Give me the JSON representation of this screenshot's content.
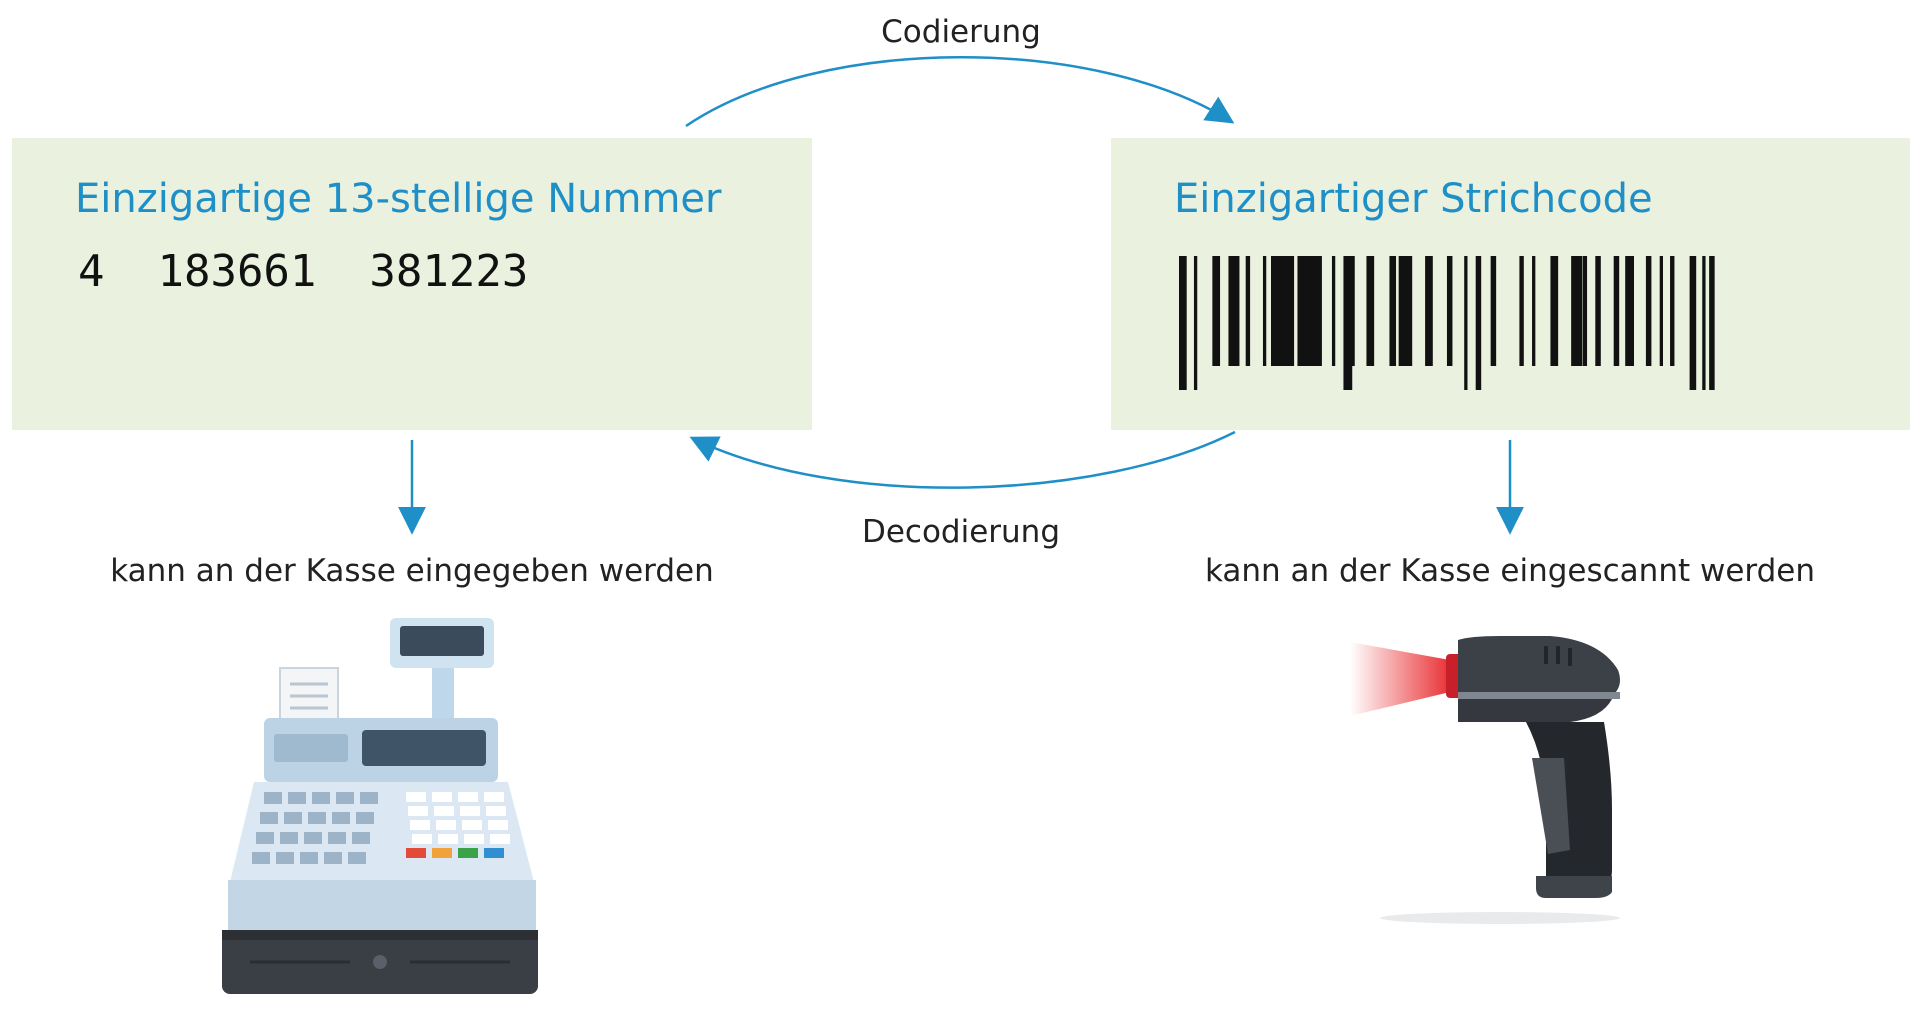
{
  "arrows": {
    "top_label": "Codierung",
    "bottom_label": "Decodierung",
    "color": "#1f8fc8"
  },
  "left_box": {
    "title": "Einzigartige 13-stellige Nummer",
    "number": "4  183661  381223",
    "caption": "kann an der Kasse eingegeben werden",
    "illustration": "cash-register-icon"
  },
  "right_box": {
    "title": "Einzigartiger Strichcode",
    "caption": "kann an der Kasse eingescannt werden",
    "illustration": "barcode-scanner-icon"
  },
  "colors": {
    "box_background": "#eaf2df",
    "title_text": "#1f8fc8",
    "body_text": "#222222"
  }
}
